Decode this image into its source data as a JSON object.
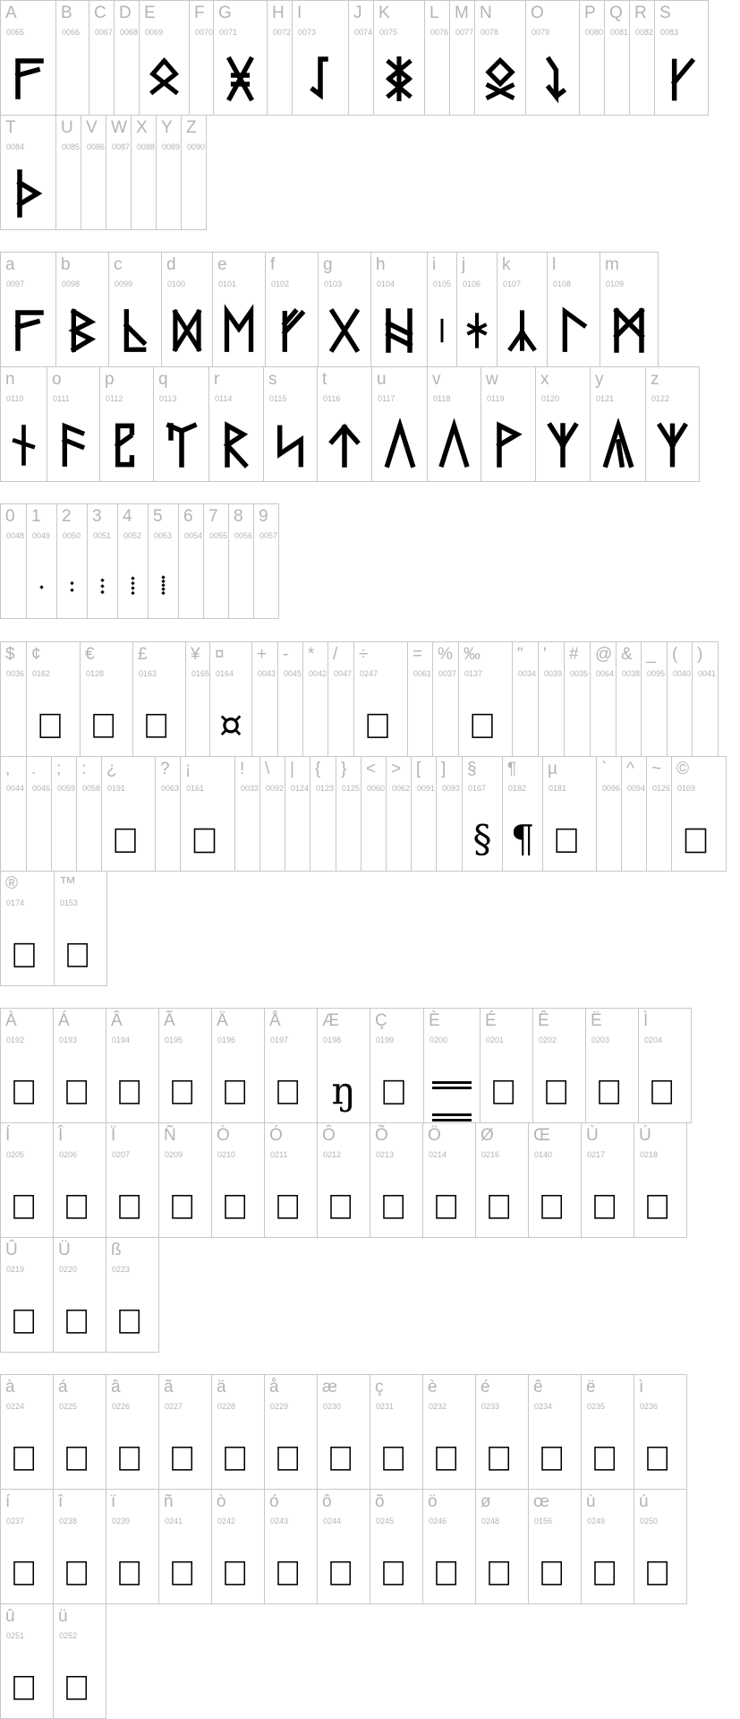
{
  "rows": [
    {
      "cells": [
        {
          "label": "A",
          "code": "0065",
          "glyph": "rune-fehu"
        },
        {
          "label": "B",
          "code": "0066"
        },
        {
          "label": "C",
          "code": "0067"
        },
        {
          "label": "D",
          "code": "0068"
        },
        {
          "label": "E",
          "code": "0069",
          "glyph": "rune-othala"
        },
        {
          "label": "F",
          "code": "0070"
        },
        {
          "label": "G",
          "code": "0071",
          "glyph": "rune-crossed-x"
        },
        {
          "label": "H",
          "code": "0072"
        },
        {
          "label": "I",
          "code": "0073",
          "glyph": "rune-hook-s"
        },
        {
          "label": "J",
          "code": "0074"
        },
        {
          "label": "K",
          "code": "0075",
          "glyph": "rune-double-cross"
        },
        {
          "label": "L",
          "code": "0076"
        },
        {
          "label": "M",
          "code": "0077"
        },
        {
          "label": "N",
          "code": "0078",
          "glyph": "rune-ing-diamond"
        },
        {
          "label": "O",
          "code": "0079",
          "glyph": "rune-zigzag"
        },
        {
          "label": "P",
          "code": "0080"
        },
        {
          "label": "Q",
          "code": "0081"
        },
        {
          "label": "R",
          "code": "0082"
        },
        {
          "label": "S",
          "code": "0083",
          "glyph": "rune-kaun"
        }
      ]
    },
    {
      "cells": [
        {
          "label": "T",
          "code": "0084",
          "glyph": "rune-thorn"
        },
        {
          "label": "U",
          "code": "0085"
        },
        {
          "label": "V",
          "code": "0086"
        },
        {
          "label": "W",
          "code": "0087"
        },
        {
          "label": "X",
          "code": "0088"
        },
        {
          "label": "Y",
          "code": "0089"
        },
        {
          "label": "Z",
          "code": "0090"
        }
      ]
    },
    {
      "cells": [
        {
          "label": "a",
          "code": "0097",
          "glyph": "rune-fehu"
        },
        {
          "label": "b",
          "code": "0098",
          "glyph": "rune-berkano"
        },
        {
          "label": "c",
          "code": "0099",
          "glyph": "rune-lambda-hook"
        },
        {
          "label": "d",
          "code": "0100",
          "glyph": "rune-dagaz"
        },
        {
          "label": "e",
          "code": "0101",
          "glyph": "rune-ehwaz"
        },
        {
          "label": "f",
          "code": "0102",
          "glyph": "rune-fork"
        },
        {
          "label": "g",
          "code": "0103",
          "glyph": "rune-gebo"
        },
        {
          "label": "h",
          "code": "0104",
          "glyph": "rune-hagalaz"
        },
        {
          "label": "i",
          "code": "0105",
          "glyph": "rune-isa"
        },
        {
          "label": "j",
          "code": "0106",
          "glyph": "rune-star"
        },
        {
          "label": "k",
          "code": "0107",
          "glyph": "rune-algiz-down"
        },
        {
          "label": "l",
          "code": "0108",
          "glyph": "rune-laguz"
        },
        {
          "label": "m",
          "code": "0109",
          "glyph": "rune-mannaz"
        }
      ]
    },
    {
      "cells": [
        {
          "label": "n",
          "code": "0110",
          "glyph": "rune-naudiz"
        },
        {
          "label": "o",
          "code": "0111",
          "glyph": "rune-ansuz"
        },
        {
          "label": "p",
          "code": "0112",
          "glyph": "rune-perthro"
        },
        {
          "label": "q",
          "code": "0113",
          "glyph": "rune-trident"
        },
        {
          "label": "r",
          "code": "0114",
          "glyph": "rune-raido"
        },
        {
          "label": "s",
          "code": "0115",
          "glyph": "rune-sowilo"
        },
        {
          "label": "t",
          "code": "0116",
          "glyph": "rune-tiwaz"
        },
        {
          "label": "u",
          "code": "0117",
          "glyph": "rune-uruz"
        },
        {
          "label": "v",
          "code": "0118",
          "glyph": "rune-uruz"
        },
        {
          "label": "w",
          "code": "0119",
          "glyph": "rune-wunjo"
        },
        {
          "label": "x",
          "code": "0120",
          "glyph": "rune-algiz"
        },
        {
          "label": "y",
          "code": "0121",
          "glyph": "rune-lambda-bar"
        },
        {
          "label": "z",
          "code": "0122",
          "glyph": "rune-algiz"
        }
      ]
    },
    {
      "cells": [
        {
          "label": "0",
          "code": "0048"
        },
        {
          "label": "1",
          "code": "0049",
          "glyph": "dots-1"
        },
        {
          "label": "2",
          "code": "0050",
          "glyph": "dots-2"
        },
        {
          "label": "3",
          "code": "0051",
          "glyph": "dots-3"
        },
        {
          "label": "4",
          "code": "0052",
          "glyph": "dots-4"
        },
        {
          "label": "5",
          "code": "0053",
          "glyph": "dots-5"
        },
        {
          "label": "6",
          "code": "0054"
        },
        {
          "label": "7",
          "code": "0055"
        },
        {
          "label": "8",
          "code": "0056"
        },
        {
          "label": "9",
          "code": "0057"
        }
      ]
    },
    {
      "cells": [
        {
          "label": "$",
          "code": "0036"
        },
        {
          "label": "¢",
          "code": "0162",
          "glyph": "box"
        },
        {
          "label": "€",
          "code": "0128",
          "glyph": "box"
        },
        {
          "label": "£",
          "code": "0163",
          "glyph": "box"
        },
        {
          "label": "¥",
          "code": "0165"
        },
        {
          "label": "¤",
          "code": "0164",
          "text": "¤"
        },
        {
          "label": "+",
          "code": "0043"
        },
        {
          "label": "-",
          "code": "0045"
        },
        {
          "label": "*",
          "code": "0042"
        },
        {
          "label": "/",
          "code": "0047"
        },
        {
          "label": "÷",
          "code": "0247",
          "glyph": "box"
        },
        {
          "label": "=",
          "code": "0061"
        },
        {
          "label": "%",
          "code": "0037"
        },
        {
          "label": "‰",
          "code": "0137",
          "glyph": "box"
        },
        {
          "label": "\"",
          "code": "0034"
        },
        {
          "label": "'",
          "code": "0039"
        },
        {
          "label": "#",
          "code": "0035"
        },
        {
          "label": "@",
          "code": "0064"
        },
        {
          "label": "&",
          "code": "0038"
        },
        {
          "label": "_",
          "code": "0095"
        },
        {
          "label": "(",
          "code": "0040"
        },
        {
          "label": ")",
          "code": "0041"
        }
      ]
    },
    {
      "cells": [
        {
          "label": ",",
          "code": "0044"
        },
        {
          "label": ".",
          "code": "0046"
        },
        {
          "label": ";",
          "code": "0059"
        },
        {
          "label": ":",
          "code": "0058"
        },
        {
          "label": "¿",
          "code": "0191",
          "glyph": "box"
        },
        {
          "label": "?",
          "code": "0063"
        },
        {
          "label": "¡",
          "code": "0161",
          "glyph": "box"
        },
        {
          "label": "!",
          "code": "0033"
        },
        {
          "label": "\\",
          "code": "0092"
        },
        {
          "label": "|",
          "code": "0124"
        },
        {
          "label": "{",
          "code": "0123"
        },
        {
          "label": "}",
          "code": "0125"
        },
        {
          "label": "<",
          "code": "0060"
        },
        {
          "label": ">",
          "code": "0062"
        },
        {
          "label": "[",
          "code": "0091"
        },
        {
          "label": "]",
          "code": "0093"
        },
        {
          "label": "§",
          "code": "0167",
          "text": "§"
        },
        {
          "label": "¶",
          "code": "0182",
          "text": "¶"
        },
        {
          "label": "µ",
          "code": "0181",
          "glyph": "box"
        },
        {
          "label": "`",
          "code": "0096"
        },
        {
          "label": "^",
          "code": "0094"
        },
        {
          "label": "~",
          "code": "0126"
        },
        {
          "label": "©",
          "code": "0169",
          "glyph": "box"
        }
      ]
    },
    {
      "cells": [
        {
          "label": "®",
          "code": "0174",
          "glyph": "box"
        },
        {
          "label": "™",
          "code": "0153",
          "glyph": "box"
        }
      ]
    },
    {
      "cells": [
        {
          "label": "À",
          "code": "0192",
          "glyph": "box"
        },
        {
          "label": "Á",
          "code": "0193",
          "glyph": "box"
        },
        {
          "label": "Â",
          "code": "0194",
          "glyph": "box"
        },
        {
          "label": "Ã",
          "code": "0195",
          "glyph": "box"
        },
        {
          "label": "Ä",
          "code": "0196",
          "glyph": "box"
        },
        {
          "label": "Å",
          "code": "0197",
          "glyph": "box"
        },
        {
          "label": "Æ",
          "code": "0198",
          "text": "ŋ"
        },
        {
          "label": "Ç",
          "code": "0199",
          "glyph": "box"
        },
        {
          "label": "È",
          "code": "0200",
          "glyph": "double-lines"
        },
        {
          "label": "É",
          "code": "0201",
          "glyph": "box"
        },
        {
          "label": "Ê",
          "code": "0202",
          "glyph": "box"
        },
        {
          "label": "Ë",
          "code": "0203",
          "glyph": "box"
        },
        {
          "label": "Ì",
          "code": "0204",
          "glyph": "box"
        }
      ]
    },
    {
      "cells": [
        {
          "label": "Í",
          "code": "0205",
          "glyph": "box"
        },
        {
          "label": "Î",
          "code": "0206",
          "glyph": "box"
        },
        {
          "label": "Ï",
          "code": "0207",
          "glyph": "box"
        },
        {
          "label": "Ñ",
          "code": "0209",
          "glyph": "box"
        },
        {
          "label": "Ò",
          "code": "0210",
          "glyph": "box"
        },
        {
          "label": "Ó",
          "code": "0211",
          "glyph": "box"
        },
        {
          "label": "Ô",
          "code": "0212",
          "glyph": "box"
        },
        {
          "label": "Õ",
          "code": "0213",
          "glyph": "box"
        },
        {
          "label": "Ö",
          "code": "0214",
          "glyph": "box"
        },
        {
          "label": "Ø",
          "code": "0216",
          "glyph": "box"
        },
        {
          "label": "Œ",
          "code": "0140",
          "glyph": "box"
        },
        {
          "label": "Ù",
          "code": "0217",
          "glyph": "box"
        },
        {
          "label": "Ú",
          "code": "0218",
          "glyph": "box"
        }
      ]
    },
    {
      "cells": [
        {
          "label": "Û",
          "code": "0219",
          "glyph": "box"
        },
        {
          "label": "Ü",
          "code": "0220",
          "glyph": "box"
        },
        {
          "label": "ß",
          "code": "0223",
          "glyph": "box"
        }
      ]
    },
    {
      "cells": [
        {
          "label": "à",
          "code": "0224",
          "glyph": "box"
        },
        {
          "label": "á",
          "code": "0225",
          "glyph": "box"
        },
        {
          "label": "â",
          "code": "0226",
          "glyph": "box"
        },
        {
          "label": "ã",
          "code": "0227",
          "glyph": "box"
        },
        {
          "label": "ä",
          "code": "0228",
          "glyph": "box"
        },
        {
          "label": "å",
          "code": "0229",
          "glyph": "box"
        },
        {
          "label": "æ",
          "code": "0230",
          "glyph": "box"
        },
        {
          "label": "ç",
          "code": "0231",
          "glyph": "box"
        },
        {
          "label": "è",
          "code": "0232",
          "glyph": "box"
        },
        {
          "label": "é",
          "code": "0233",
          "glyph": "box"
        },
        {
          "label": "ê",
          "code": "0234",
          "glyph": "box"
        },
        {
          "label": "ë",
          "code": "0235",
          "glyph": "box"
        },
        {
          "label": "ì",
          "code": "0236",
          "glyph": "box"
        }
      ]
    },
    {
      "cells": [
        {
          "label": "í",
          "code": "0237",
          "glyph": "box"
        },
        {
          "label": "î",
          "code": "0238",
          "glyph": "box"
        },
        {
          "label": "ï",
          "code": "0239",
          "glyph": "box"
        },
        {
          "label": "ñ",
          "code": "0241",
          "glyph": "box"
        },
        {
          "label": "ò",
          "code": "0242",
          "glyph": "box"
        },
        {
          "label": "ó",
          "code": "0243",
          "glyph": "box"
        },
        {
          "label": "ô",
          "code": "0244",
          "glyph": "box"
        },
        {
          "label": "õ",
          "code": "0245",
          "glyph": "box"
        },
        {
          "label": "ö",
          "code": "0246",
          "glyph": "box"
        },
        {
          "label": "ø",
          "code": "0248",
          "glyph": "box"
        },
        {
          "label": "œ",
          "code": "0156",
          "glyph": "box"
        },
        {
          "label": "ù",
          "code": "0249",
          "glyph": "box"
        },
        {
          "label": "ú",
          "code": "0250",
          "glyph": "box"
        }
      ]
    },
    {
      "cells": [
        {
          "label": "û",
          "code": "0251",
          "glyph": "box"
        },
        {
          "label": "ü",
          "code": "0252",
          "glyph": "box"
        }
      ]
    }
  ]
}
